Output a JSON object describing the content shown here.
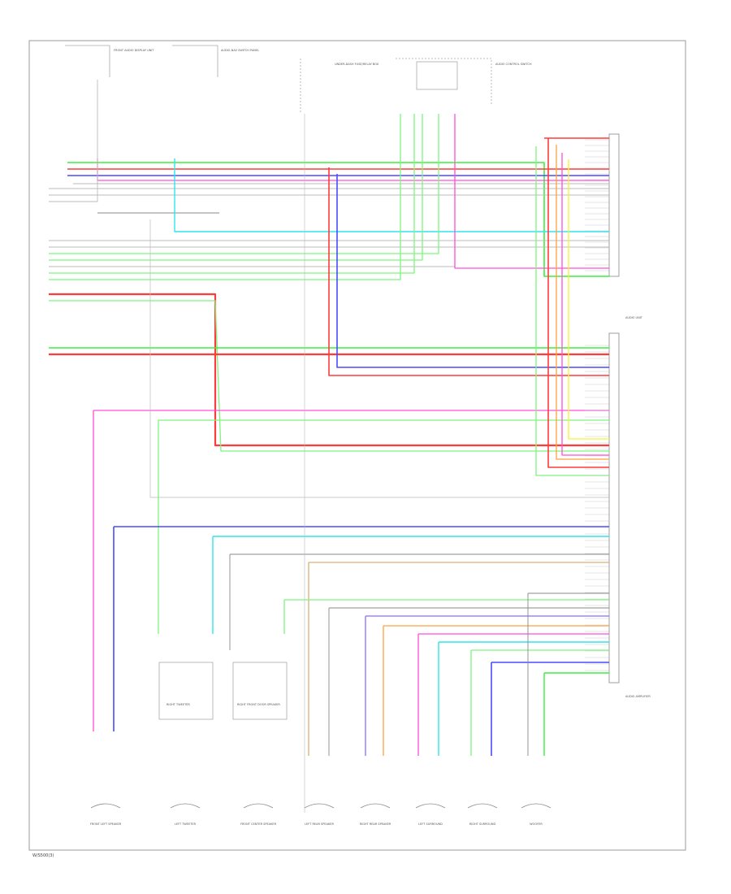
{
  "footer": {
    "code": "W/S500(3)"
  },
  "colors": {
    "red": "#ff3b3b",
    "pink": "#ff4fd6",
    "blue": "#4a4aff",
    "green": "#3cf03c",
    "lightgreen": "#7cf57c",
    "cyan": "#2ee6ee",
    "yellow": "#f5f530",
    "orange": "#ffa040",
    "tan": "#d9b070",
    "lavender": "#8a6cff",
    "gray": "#bbbbbb",
    "darkgray": "#888888",
    "frame": "#999999"
  },
  "connectors": [
    {
      "id": "c1",
      "label": "FRONT LEFT SPEAKER"
    },
    {
      "id": "c2",
      "label": "LEFT TWEETER"
    },
    {
      "id": "c3",
      "label": "FRONT CENTER SPEAKER"
    },
    {
      "id": "c4",
      "label": "LEFT REAR SPEAKER"
    },
    {
      "id": "c5",
      "label": "RIGHT REAR SPEAKER"
    },
    {
      "id": "c6",
      "label": "LEFT SURROUND"
    },
    {
      "id": "c7",
      "label": "RIGHT SURROUND"
    },
    {
      "id": "c8",
      "label": "WOOFER"
    }
  ],
  "components": {
    "top1": "FRONT AUDIO DISPLAY UNIT",
    "top2": "AUDIO-NAV SWITCH PANEL",
    "top3": "UNDER-DASH FUSE/RELAY BOX",
    "top4": "AUDIO CONTROL SWITCH",
    "amp": "AUDIO UNIT",
    "amp2": "AUDIO AMPLIFIER",
    "tw1": "RIGHT TWEETER",
    "tw2": "RIGHT FRONT DOOR SPEAKER"
  }
}
